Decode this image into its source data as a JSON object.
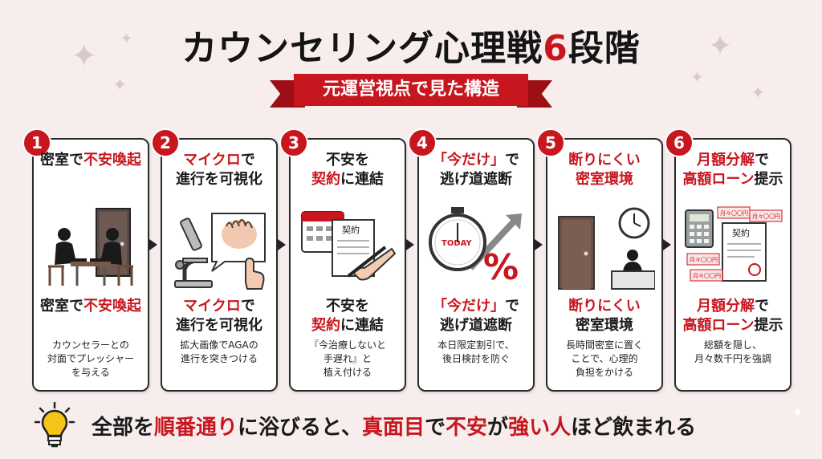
{
  "title": {
    "main": "カウンセリング心理戦",
    "number": "6",
    "suffix": "段階"
  },
  "subtitle": "元運営視点で見た構造",
  "steps": [
    {
      "number": "1",
      "header": [
        {
          "text": "密室で",
          "red": false
        },
        {
          "text": "不安喚起",
          "red": true
        }
      ],
      "sub": [
        {
          "text": "密室で",
          "red": false
        },
        {
          "text": "不安喚起",
          "red": true
        }
      ],
      "desc": [
        "カウンセラーとの",
        "対面でプレッシャー",
        "を与える"
      ]
    },
    {
      "number": "2",
      "header": [
        {
          "text": "マイクロ",
          "red": true
        },
        {
          "text": "で",
          "red": false
        },
        {
          "text": "進行を可視化",
          "red": false,
          "newline": true
        }
      ],
      "sub": [
        {
          "text": "マイクロ",
          "red": true
        },
        {
          "text": "で",
          "red": false
        },
        {
          "text": "進行を可視化",
          "red": false,
          "newline": true
        }
      ],
      "desc": [
        "拡大画像でAGAの",
        "進行を突きつける"
      ]
    },
    {
      "number": "3",
      "header": [
        {
          "text": "不安",
          "red": false
        },
        {
          "text": "を",
          "red": false
        },
        {
          "text": "契約",
          "red": true,
          "newline": true
        },
        {
          "text": "に連結",
          "red": false
        }
      ],
      "sub": [
        {
          "text": "不安",
          "red": false
        },
        {
          "text": "を",
          "red": false
        },
        {
          "text": "契約",
          "red": true,
          "newline": true
        },
        {
          "text": "に連結",
          "red": false
        }
      ],
      "desc": [
        "『今治療しないと",
        "手遅れ』と",
        "植え付ける"
      ]
    },
    {
      "number": "4",
      "header": [
        {
          "text": "「今だけ」",
          "red": true
        },
        {
          "text": "で",
          "red": false
        },
        {
          "text": "逃げ道遮断",
          "red": false,
          "newline": true
        }
      ],
      "sub": [
        {
          "text": "「今だけ」",
          "red": true
        },
        {
          "text": "で",
          "red": false
        },
        {
          "text": "逃げ道遮断",
          "red": false,
          "newline": true
        }
      ],
      "desc": [
        "本日限定割引で、",
        "後日検討を防ぐ"
      ]
    },
    {
      "number": "5",
      "header": [
        {
          "text": "断りにくい",
          "red": true
        },
        {
          "text": "密室環境",
          "red": true,
          "newline": true
        }
      ],
      "sub": [
        {
          "text": "断りにくい",
          "red": true
        },
        {
          "text": "密室環境",
          "red": false,
          "newline": true
        }
      ],
      "desc": [
        "長時間密室に置く",
        "ことで、心理的",
        "負担をかける"
      ]
    },
    {
      "number": "6",
      "header": [
        {
          "text": "月額分解",
          "red": true
        },
        {
          "text": "で",
          "red": false
        },
        {
          "text": "高額ローン",
          "red": true,
          "newline": true
        },
        {
          "text": "提示",
          "red": false
        }
      ],
      "sub": [
        {
          "text": "月額分解",
          "red": true
        },
        {
          "text": "で",
          "red": false
        },
        {
          "text": "高額ローン",
          "red": true,
          "newline": true
        },
        {
          "text": "提示",
          "red": false
        }
      ],
      "desc": [
        "総額を隠し、",
        "月々数千円を強調"
      ]
    }
  ],
  "illustrations": {
    "step3_doc_label": "契約",
    "step4_clock_label": "TODAY",
    "step4_percent": "%",
    "step6_doc_label": "契約",
    "step6_ticket_label": "月々〇〇円"
  },
  "bottom": [
    {
      "text": "全部を",
      "red": false
    },
    {
      "text": "順番通り",
      "red": true
    },
    {
      "text": "に浴びると、",
      "red": false
    },
    {
      "text": "真面目",
      "red": true
    },
    {
      "text": "で",
      "red": false
    },
    {
      "text": "不安",
      "red": true
    },
    {
      "text": "が",
      "red": false
    },
    {
      "text": "強い人",
      "red": true
    },
    {
      "text": "ほど飲まれる",
      "red": false
    }
  ],
  "colors": {
    "accent": "#c8161e",
    "background": "#f7eded",
    "ink": "#1a1a1a"
  },
  "icons": [
    "person-icon",
    "door-icon",
    "microscope-icon",
    "hair-closeup-icon",
    "calendar-icon",
    "contract-icon",
    "pen-hand-icon",
    "stopwatch-icon",
    "arrow-up-icon",
    "percent-icon",
    "wall-clock-icon",
    "desk-person-icon",
    "calculator-icon",
    "ticket-icon",
    "lightbulb-icon",
    "sparkle-icon"
  ]
}
